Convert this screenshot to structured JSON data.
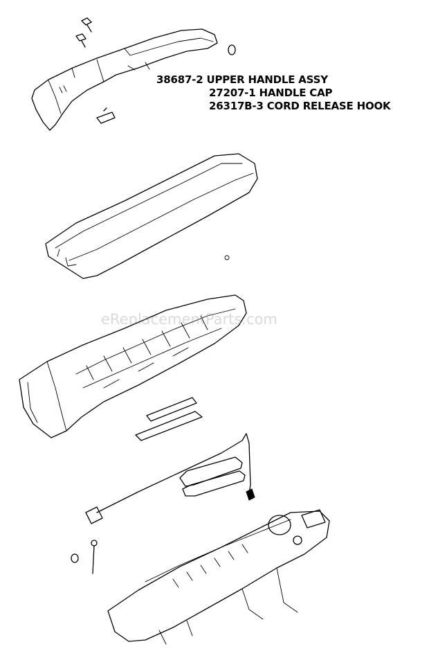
{
  "callouts": [
    {
      "part": "38687-2",
      "label": "UPPER HANDLE ASSY"
    },
    {
      "part": "27207-1",
      "label": "HANDLE CAP"
    },
    {
      "part": "26317B-3",
      "label": "CORD RELEASE HOOK"
    }
  ],
  "watermark": "eReplacementParts.com"
}
